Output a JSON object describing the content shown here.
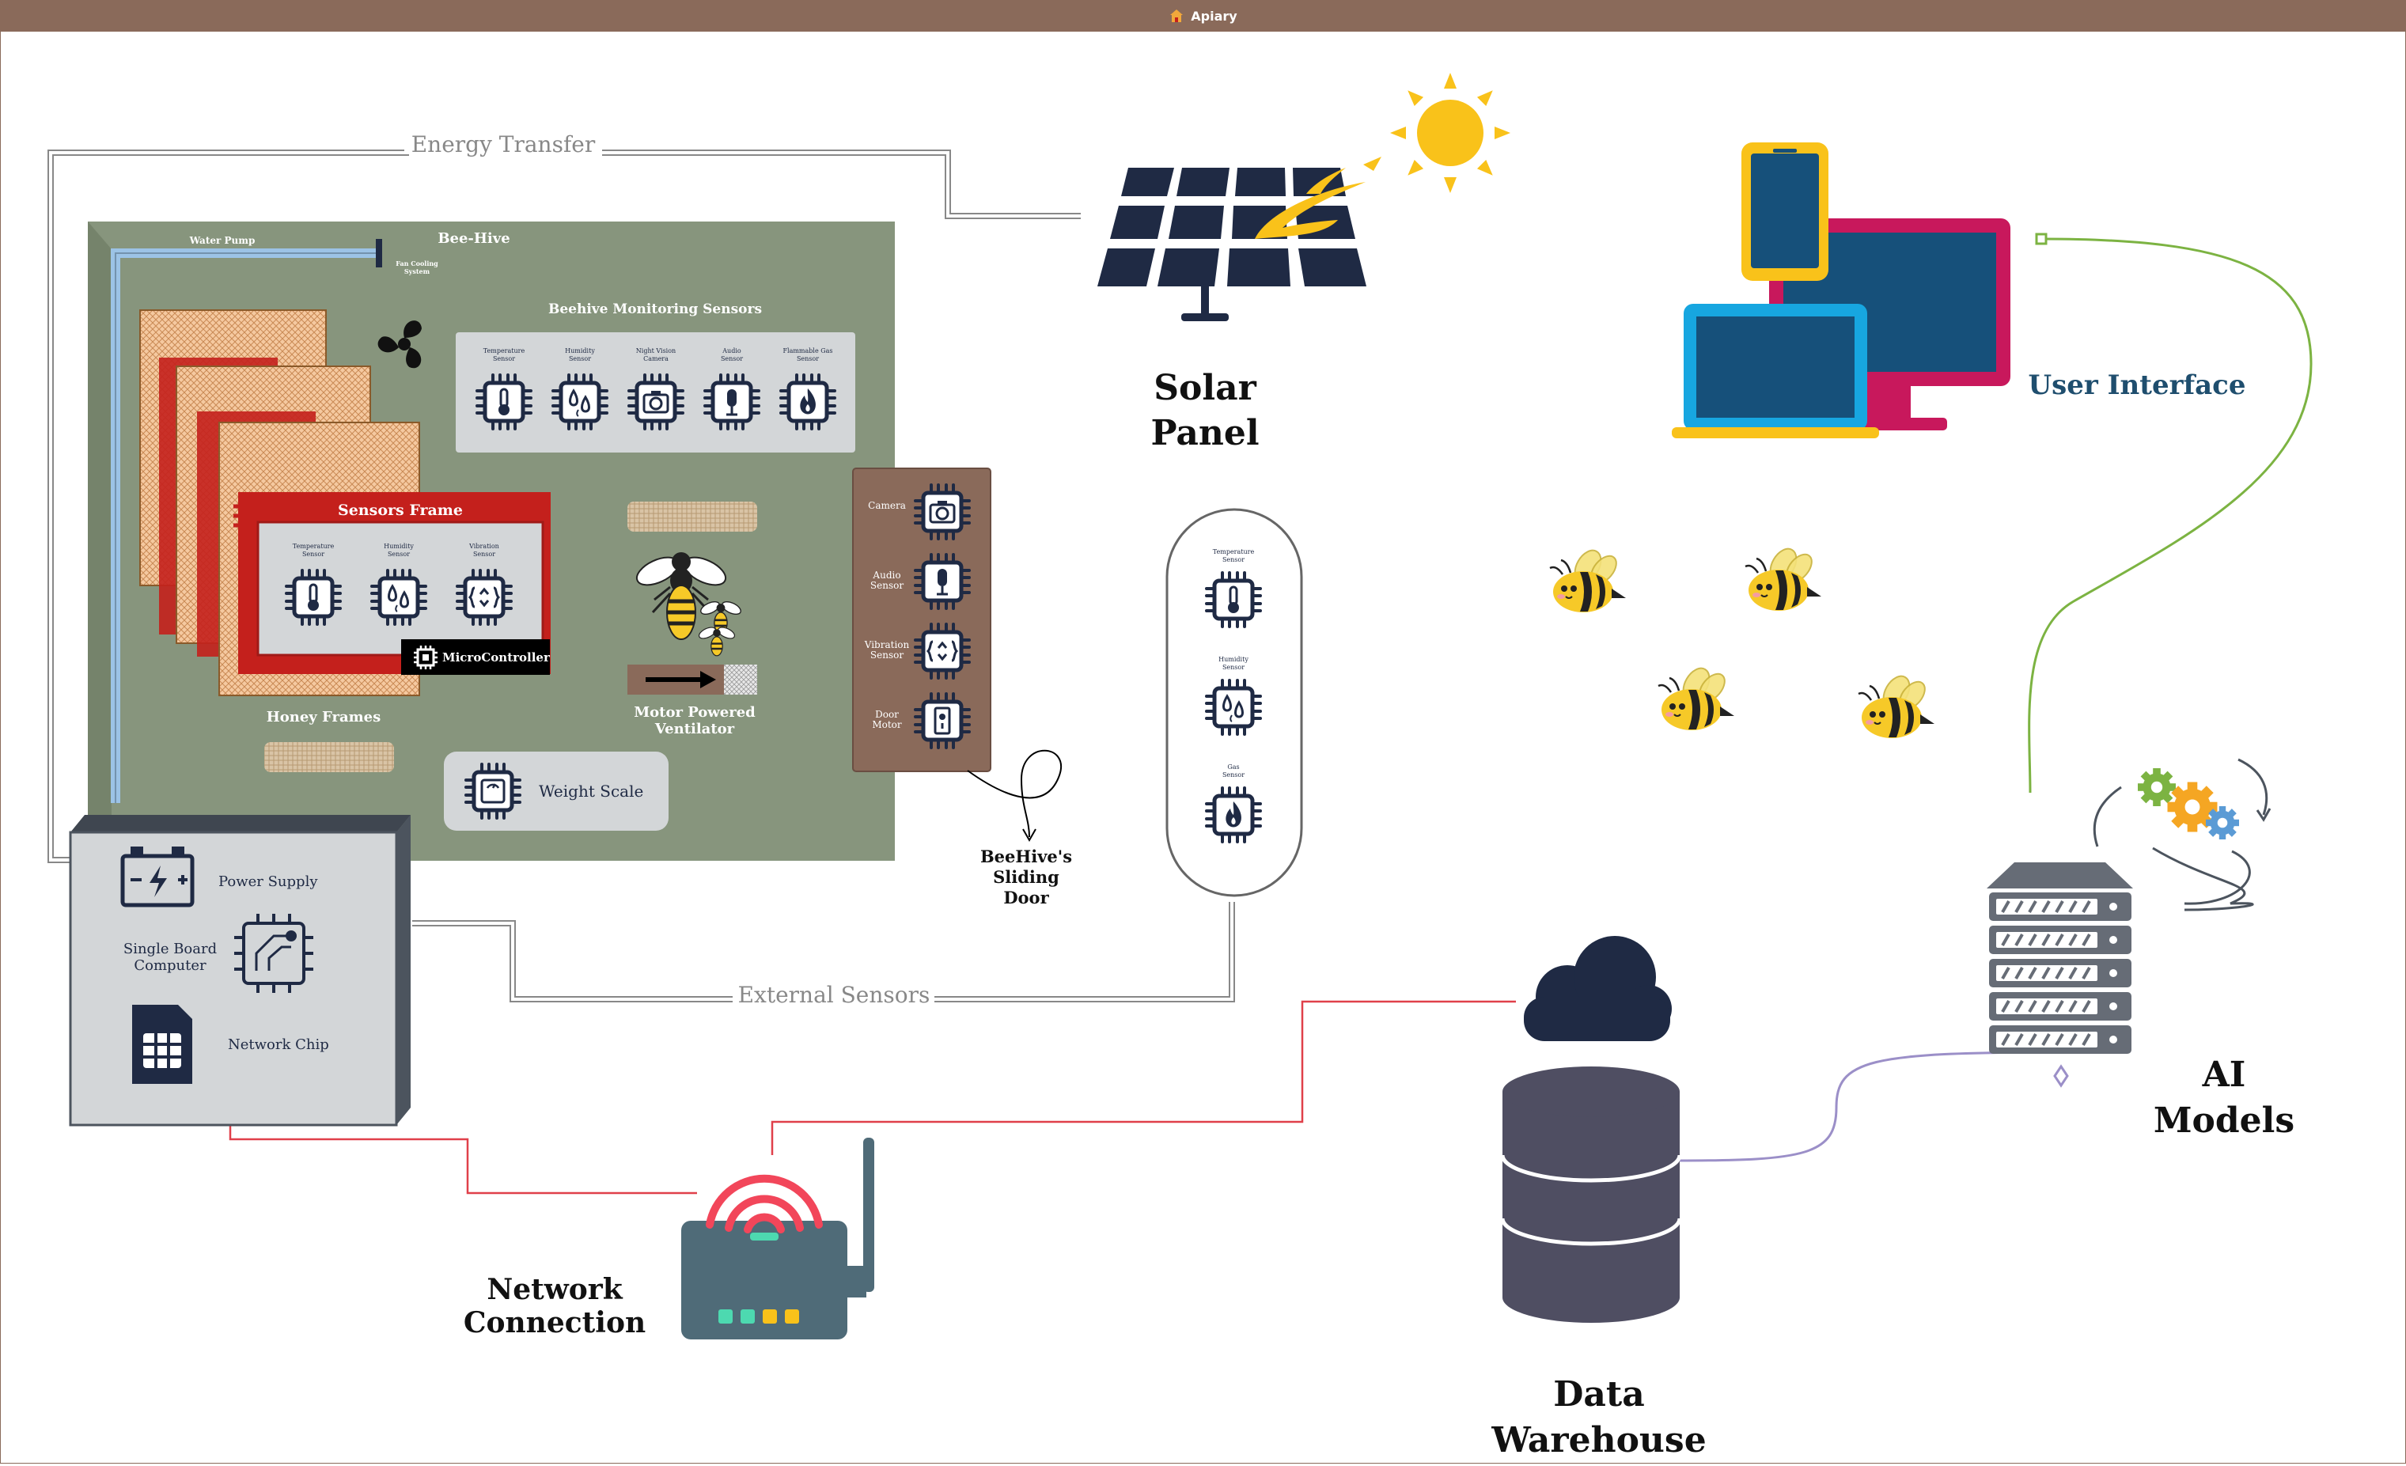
{
  "window": {
    "title": "Apiary"
  },
  "labels": {
    "energy_transfer": "Energy Transfer",
    "external_sensors": "External Sensors",
    "water_pump": "Water Pump",
    "bee_hive": "Bee-Hive",
    "fan_cooling_1": "Fan Cooling",
    "fan_cooling_2": "System",
    "monitoring_sensors": "Beehive Monitoring Sensors",
    "sensors_frame": "Sensors Frame",
    "microcontroller": "MicroController",
    "honey_frames": "Honey Frames",
    "motor_vent_1": "Motor Powered",
    "motor_vent_2": "Ventilator",
    "weight_scale": "Weight Scale",
    "power_supply": "Power Supply",
    "sbc_1": "Single Board",
    "sbc_2": "Computer",
    "network_chip": "Network Chip",
    "sliding_door_1": "BeeHive's",
    "sliding_door_2": "Sliding",
    "sliding_door_3": "Door",
    "solar_1": "Solar",
    "solar_2": "Panel",
    "user_interface": "User Interface",
    "ai_1": "AI",
    "ai_2": "Models",
    "dw_1": "Data",
    "dw_2": "Warehouse",
    "net_1": "Network",
    "net_2": "Connection"
  },
  "monitoring_sensors": [
    {
      "l1": "Temperature",
      "l2": "Sensor",
      "icon": "thermometer-icon"
    },
    {
      "l1": "Humidity",
      "l2": "Sensor",
      "icon": "humidity-icon"
    },
    {
      "l1": "Night Vision",
      "l2": "Camera",
      "icon": "camera-icon"
    },
    {
      "l1": "Audio",
      "l2": "Sensor",
      "icon": "microphone-icon"
    },
    {
      "l1": "Flammable Gas",
      "l2": "Sensor",
      "icon": "flame-icon"
    }
  ],
  "frame_sensors": [
    {
      "l1": "Temperature",
      "l2": "Sensor",
      "icon": "thermometer-icon"
    },
    {
      "l1": "Humidity",
      "l2": "Sensor",
      "icon": "humidity-icon"
    },
    {
      "l1": "Vibration",
      "l2": "Sensor",
      "icon": "vibration-icon"
    }
  ],
  "door_sensors": [
    {
      "l1": "Camera",
      "l2": "",
      "icon": "camera-icon"
    },
    {
      "l1": "Audio",
      "l2": "Sensor",
      "icon": "microphone-icon"
    },
    {
      "l1": "Vibration",
      "l2": "Sensor",
      "icon": "vibration-icon"
    },
    {
      "l1": "Door",
      "l2": "Motor",
      "icon": "door-motor-icon"
    }
  ],
  "external_sensor_list": [
    {
      "l1": "Temperature",
      "l2": "Sensor",
      "icon": "thermometer-icon"
    },
    {
      "l1": "Humidity",
      "l2": "Sensor",
      "icon": "humidity-icon"
    },
    {
      "l1": "Gas",
      "l2": "Sensor",
      "icon": "flame-icon"
    }
  ],
  "colors": {
    "hive_green": "#87957d",
    "sensor_panel": "#d3d6d8",
    "chip_navy": "#1f2a44",
    "frame_red": "#c4201c",
    "door_brown": "#8a6a5a",
    "ui_label": "#1f4e6e",
    "line_red": "#e0404a",
    "line_green": "#7cb342",
    "line_purple": "#9b8fc8",
    "line_gray": "#888888"
  }
}
